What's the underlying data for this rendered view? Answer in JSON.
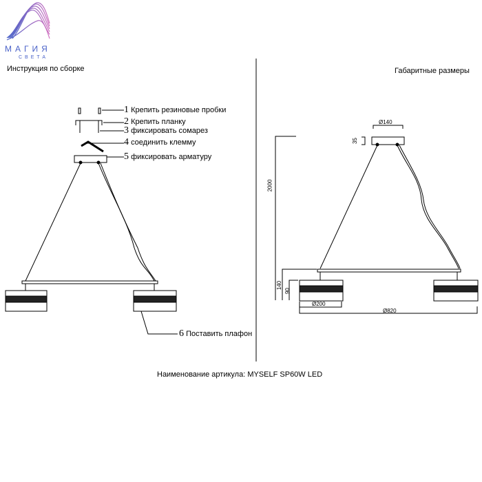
{
  "logo": {
    "line1": "МАГИЯ",
    "line2": "СВЕТА"
  },
  "left_title": "Инструкция по сборке",
  "right_title": "Габаритные размеры",
  "steps": [
    {
      "n": "1",
      "text": "Крепить резиновые пробки"
    },
    {
      "n": "2",
      "text": "Крепить планку"
    },
    {
      "n": "3",
      "text": "фиксировать сомарез"
    },
    {
      "n": "4",
      "text": "соединить клемму"
    },
    {
      "n": "5",
      "text": "фиксировать арматуру"
    },
    {
      "n": "6",
      "text": "Поставить плафон"
    }
  ],
  "dimensions": {
    "canopy_d": "Ø140",
    "canopy_h": "35",
    "height": "2000",
    "shade_total": "140",
    "shade_h": "90",
    "shade_d": "Ø200",
    "total_d": "Ø820"
  },
  "footer": "Наименование артикула: MYSELF SP60W LED"
}
